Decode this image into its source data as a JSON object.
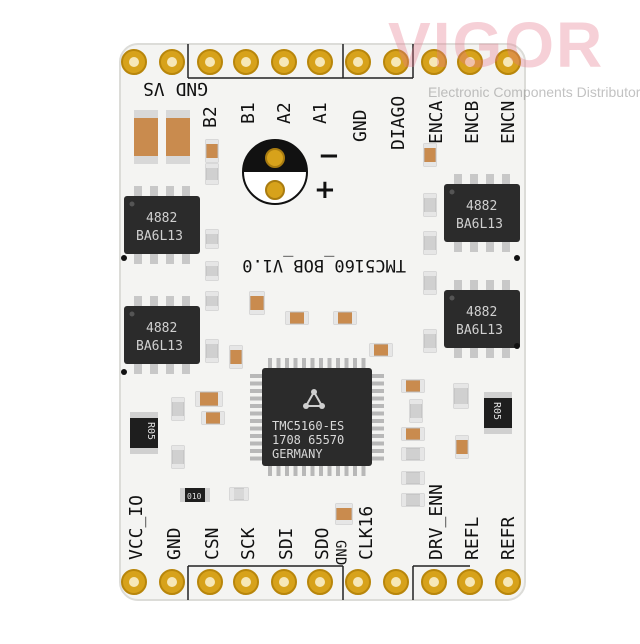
{
  "watermark": {
    "brand": "VIGOR",
    "tagline": "Electronic Components Distributor"
  },
  "board": {
    "top_pin_labels": [
      "GND VS",
      "B2",
      "B1",
      "A2",
      "A1",
      "GND",
      "DIAGO",
      "ENCA",
      "ENCB",
      "ENCN"
    ],
    "bottom_pin_labels": [
      "VCC_IO",
      "GND",
      "CSN",
      "SCK",
      "SDI",
      "SDO",
      "CLK16",
      "DRV_ENN",
      "REFL",
      "REFR"
    ],
    "sdo_sub_label": "GND",
    "board_name": "TMC5160_BOB_V1.0",
    "polarity_minus": "−",
    "polarity_plus": "+",
    "mosfet_marking_line1": "4882",
    "mosfet_marking_line2": "BA6L13",
    "ic_marking": [
      "TMC5160-ES",
      "1708 65570",
      "GERMANY"
    ],
    "resistor_r05": "R05",
    "resistor_r05b": "R05",
    "resistor_010": "010"
  },
  "colors": {
    "pcb": "#f4f4f2",
    "gold": "#d7a21b",
    "chip": "#2b2b2b",
    "cap": "#c98b4e"
  }
}
